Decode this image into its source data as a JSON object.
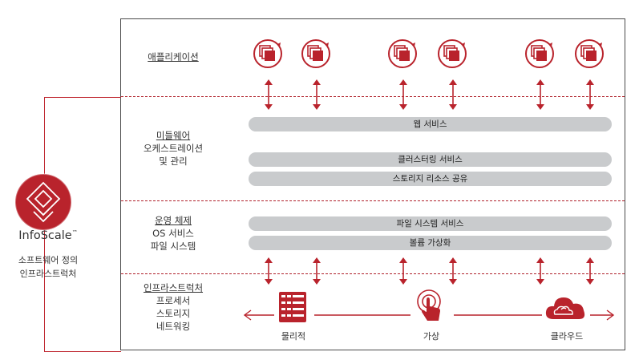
{
  "brand": {
    "name": "InfoScale",
    "tm": "™",
    "subtitle_line1": "소프트웨어 정의",
    "subtitle_line2": "인프라스트럭처"
  },
  "layers": {
    "application": {
      "title": "애플리케이션"
    },
    "middleware": {
      "line1": "미들웨어",
      "line2": "오케스트레이션",
      "line3": "및 관리"
    },
    "os": {
      "line1": "운영 체제",
      "line2": "OS 서비스",
      "line3": "파일 시스템"
    },
    "infrastructure": {
      "line1": "인프라스트럭처",
      "line2": "프로세서",
      "line3": "스토리지",
      "line4": "네트워킹"
    }
  },
  "bars": {
    "web": "웹 서비스",
    "clustering": "클러스터링 서비스",
    "storage_share": "스토리지 리소스 공유",
    "fs_service": "파일 시스템 서비스",
    "volume_virt": "볼륨 가상화"
  },
  "infra_items": {
    "physical": "물리적",
    "virtual": "가상",
    "cloud": "클라우드"
  },
  "colors": {
    "accent": "#b9232c",
    "bar": "#c9cbcd",
    "frame": "#4a4a4a"
  }
}
